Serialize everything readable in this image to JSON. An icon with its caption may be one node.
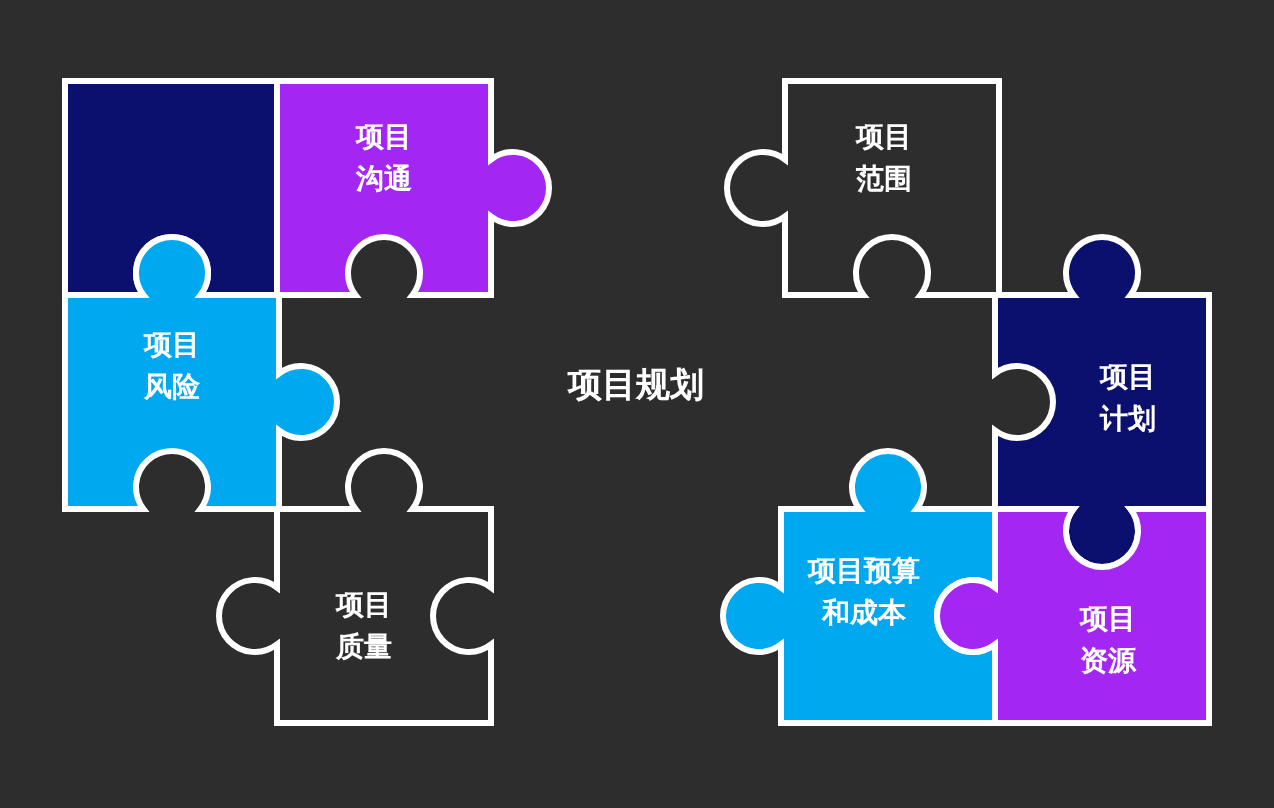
{
  "diagram": {
    "title": "项目规划",
    "nodes": [
      {
        "text": [],
        "shape": "box"
      },
      {
        "text": [
          "项目沟通"
        ]
      },
      {
        "text": [
          "项目风险"
        ]
      },
      {
        "text": [
          "项目质量"
        ]
      },
      {
        "text": [
          "项目范围"
        ]
      },
      {
        "text": [
          "项目计划"
        ]
      },
      {
        "text": [
          "项目预算和成本"
        ]
      },
      {
        "text": [
          "项目资源"
        ]
      }
    ]
  }
}
